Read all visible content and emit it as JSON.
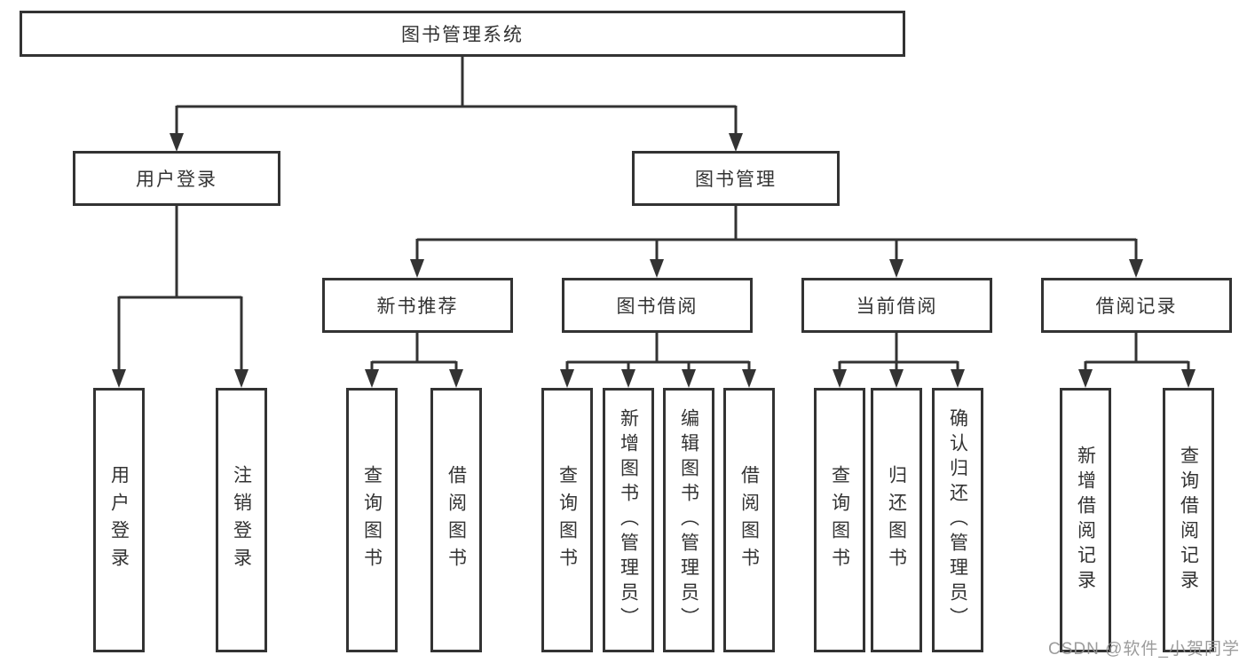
{
  "diagram": {
    "root": {
      "label": "图书管理系统",
      "children": [
        {
          "label": "用户登录",
          "children": [
            {
              "label": "用户登录"
            },
            {
              "label": "注销登录"
            }
          ]
        },
        {
          "label": "图书管理",
          "children": [
            {
              "label": "新书推荐",
              "children": [
                {
                  "label": "查询图书"
                },
                {
                  "label": "借阅图书"
                }
              ]
            },
            {
              "label": "图书借阅",
              "children": [
                {
                  "label": "查询图书"
                },
                {
                  "label": "新增图书（管理员）"
                },
                {
                  "label": "编辑图书（管理员）"
                },
                {
                  "label": "借阅图书"
                }
              ]
            },
            {
              "label": "当前借阅",
              "children": [
                {
                  "label": "查询图书"
                },
                {
                  "label": "归还图书"
                },
                {
                  "label": "确认归还（管理员）"
                }
              ]
            },
            {
              "label": "借阅记录",
              "children": [
                {
                  "label": "新增借阅记录"
                },
                {
                  "label": "查询借阅记录"
                }
              ]
            }
          ]
        }
      ]
    },
    "watermark": "CSDN @软件_小贺同学",
    "colors": {
      "line": "#333333",
      "box_border": "#333333",
      "text": "#333333",
      "watermark": "#919191",
      "background": "#ffffff"
    }
  }
}
